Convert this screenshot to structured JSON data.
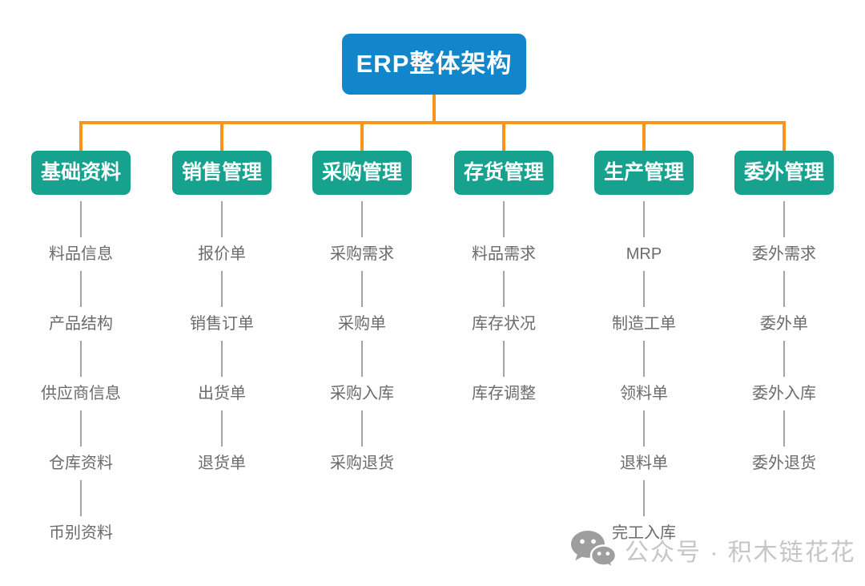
{
  "diagram": {
    "title": "ERP整体架构",
    "columns": [
      {
        "label": "基础资料",
        "items": [
          "料品信息",
          "产品结构",
          "供应商信息",
          "仓库资料",
          "币别资料"
        ]
      },
      {
        "label": "销售管理",
        "items": [
          "报价单",
          "销售订单",
          "出货单",
          "退货单"
        ]
      },
      {
        "label": "采购管理",
        "items": [
          "采购需求",
          "采购单",
          "采购入库",
          "采购退货"
        ]
      },
      {
        "label": "存货管理",
        "items": [
          "料品需求",
          "库存状况",
          "库存调整"
        ]
      },
      {
        "label": "生产管理",
        "items": [
          "MRP",
          "制造工单",
          "领料单",
          "退料单",
          "完工入库"
        ]
      },
      {
        "label": "委外管理",
        "items": [
          "委外需求",
          "委外单",
          "委外入库",
          "委外退货"
        ]
      }
    ],
    "colors": {
      "root_fill": "#1286CB",
      "branch_fill": "#16A28E",
      "connector_orange": "#F8941D",
      "sub_line_gray": "#A3A3A3",
      "sub_text_gray": "#6B6B6B",
      "watermark_gray": "#C6C6C6",
      "watermark_icon_gray": "#9E9E9E"
    }
  },
  "watermark": {
    "icon": "wechat-icon",
    "text": "公众号 · 积木链花花"
  }
}
